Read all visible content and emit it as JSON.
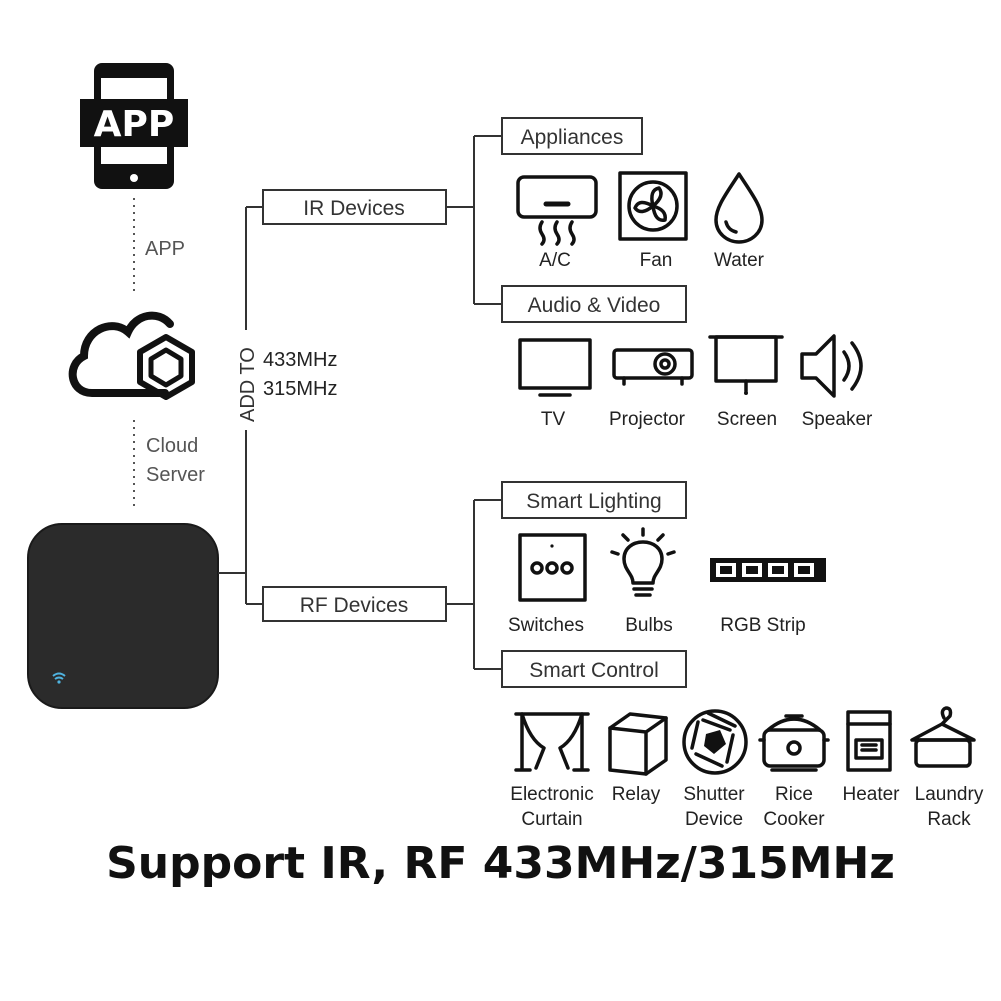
{
  "app": {
    "badge": "APP",
    "label": "APP"
  },
  "cloud": {
    "label_line1": "Cloud",
    "label_line2": "Server"
  },
  "connector": {
    "add_to": "ADD TO",
    "freq1": "433MHz",
    "freq2": "315MHz"
  },
  "ir": {
    "title": "IR Devices",
    "appliances": {
      "title": "Appliances",
      "devices": [
        "A/C",
        "Fan",
        "Water"
      ]
    },
    "audio_video": {
      "title": "Audio & Video",
      "devices": [
        "TV",
        "Projector",
        "Screen",
        "Speaker"
      ]
    }
  },
  "rf": {
    "title": "RF Devices",
    "smart_lighting": {
      "title": "Smart Lighting",
      "devices": [
        "Switches",
        "Bulbs",
        "RGB Strip"
      ]
    },
    "smart_control": {
      "title": "Smart Control",
      "devices": [
        {
          "line1": "Electronic",
          "line2": "Curtain"
        },
        {
          "line1": "Relay",
          "line2": ""
        },
        {
          "line1": "Shutter",
          "line2": "Device"
        },
        {
          "line1": "Rice",
          "line2": "Cooker"
        },
        {
          "line1": "Heater",
          "line2": ""
        },
        {
          "line1": "Laundry",
          "line2": "Rack"
        }
      ]
    }
  },
  "footer": "Support IR, RF 433MHz/315MHz",
  "colors": {
    "hub": "#2b2b2b",
    "wifi": "#4fb3e0",
    "line": "#333333"
  },
  "icons": [
    "phone-app-icon",
    "cloud-icon",
    "hub-device",
    "ac-icon",
    "fan-icon",
    "water-drop-icon",
    "tv-icon",
    "projector-icon",
    "screen-icon",
    "speaker-icon",
    "switch-icon",
    "bulb-icon",
    "rgb-strip-icon",
    "curtain-icon",
    "relay-icon",
    "shutter-icon",
    "rice-cooker-icon",
    "heater-icon",
    "laundry-rack-icon"
  ]
}
